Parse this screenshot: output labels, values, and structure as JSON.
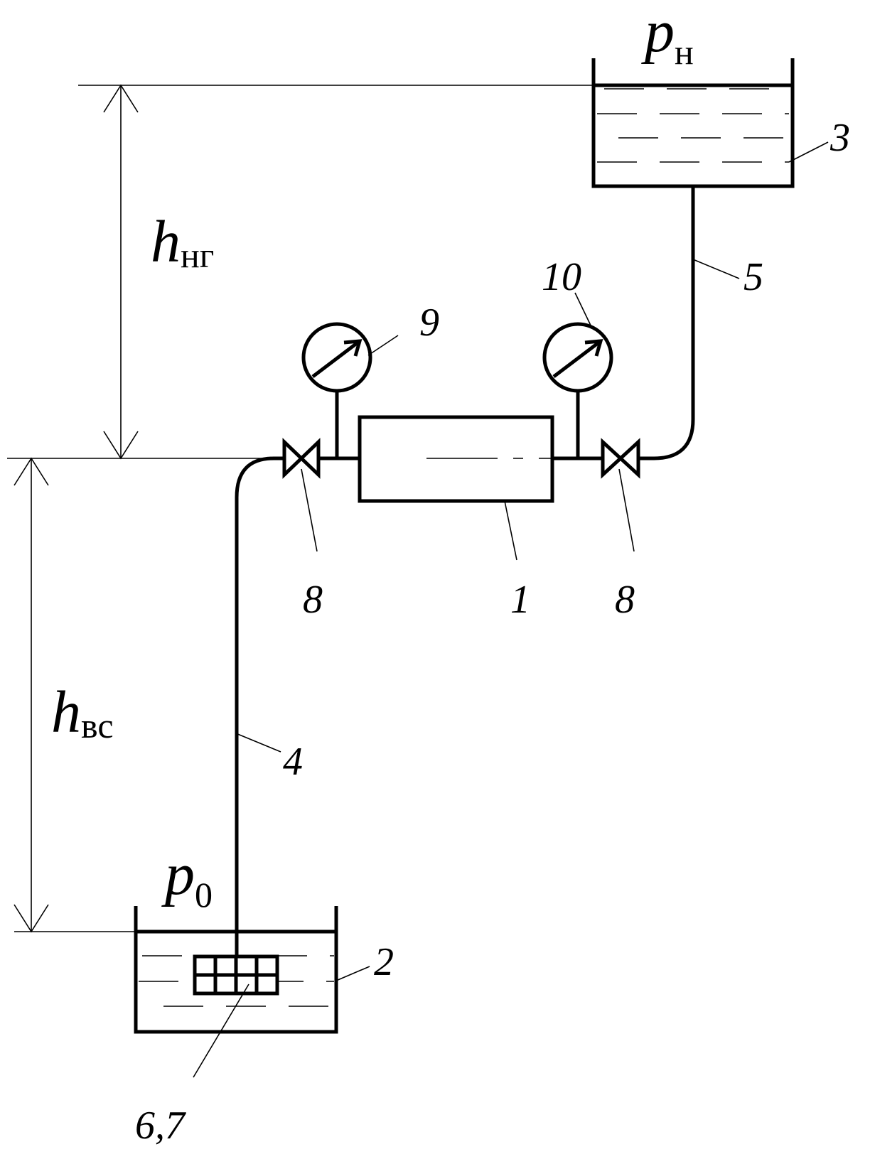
{
  "labels": {
    "pump": "1",
    "lower_tank": "2",
    "upper_tank": "3",
    "suction_pipe": "4",
    "pressure_pipe": "5",
    "strainer": "6,7",
    "valve_left": "8",
    "valve_right": "8",
    "gauge_left": "9",
    "gauge_right": "10"
  },
  "symbols": {
    "upper_pressure": {
      "main": "p",
      "sub": "н"
    },
    "lower_pressure": {
      "main": "p",
      "sub": "0"
    },
    "head_discharge": {
      "main": "h",
      "sub": "нг"
    },
    "head_suction": {
      "main": "h",
      "sub": "вс"
    }
  }
}
